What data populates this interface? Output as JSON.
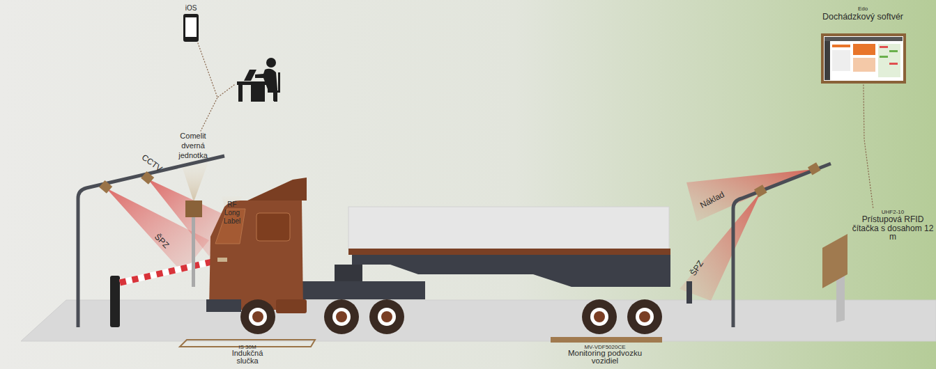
{
  "diagram": {
    "nodes": [
      {
        "text": [
          "iOS"
        ]
      },
      {
        "text": [
          "Comelit dverná jednotka"
        ]
      },
      {
        "text": [
          "Edo",
          "Dochádzkový softvér"
        ]
      },
      {
        "text": [
          "UHF2-10",
          "Prístupová RFID čítačka s dosahom 12 m"
        ]
      },
      {
        "text": [
          "IS 30M",
          "Indukčná slučka"
        ]
      },
      {
        "text": [
          "MV-VDF5020CE",
          "Monitoring podvozku vozidiel"
        ]
      }
    ],
    "edges": [
      {
        "from": 0,
        "to": 1,
        "arrow": "none"
      },
      {
        "from": 2,
        "to": 3,
        "arrow": "none"
      }
    ],
    "labels": [
      "CCTV",
      "RF Long Label",
      "ŠPZ",
      "Náklad",
      "ŠPZ"
    ]
  }
}
